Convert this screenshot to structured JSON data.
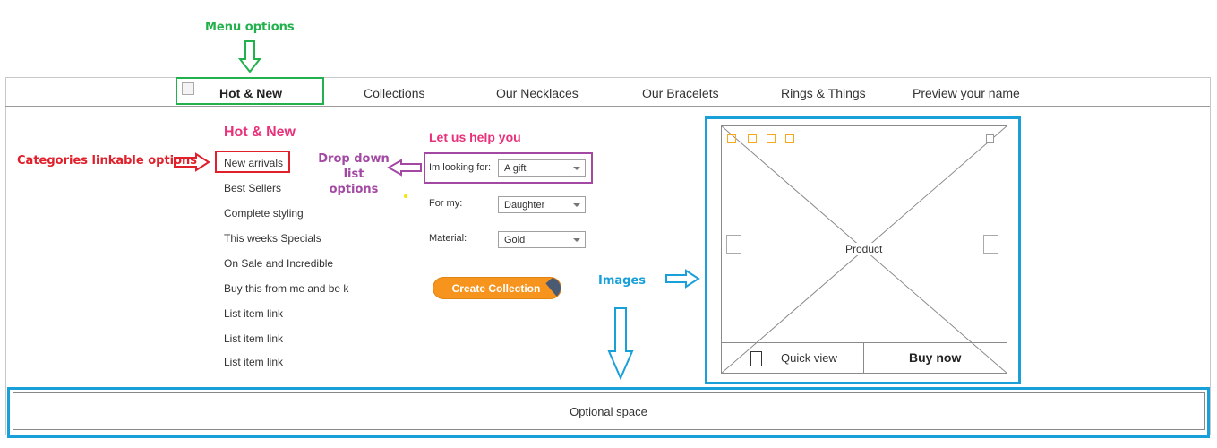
{
  "annotations": {
    "menu_options": "Menu options",
    "categories": "Categories linkable options",
    "dropdown_line1": "Drop down",
    "dropdown_line2": "list options",
    "images": "Images"
  },
  "menu": {
    "items": [
      {
        "label": "Hot & New"
      },
      {
        "label": "Collections"
      },
      {
        "label": "Our Necklaces"
      },
      {
        "label": "Our Bracelets"
      },
      {
        "label": "Rings & Things"
      },
      {
        "label": "Preview your name"
      }
    ]
  },
  "categories": {
    "title": "Hot & New",
    "items": [
      {
        "label": "New arrivals"
      },
      {
        "label": "Best Sellers"
      },
      {
        "label": "Complete styling"
      },
      {
        "label": "This weeks Specials"
      },
      {
        "label": "On Sale and Incredible"
      },
      {
        "label": "Buy this from me and be k"
      },
      {
        "label": "List item link"
      },
      {
        "label": "List item link"
      },
      {
        "label": "List item link"
      }
    ]
  },
  "help": {
    "title": "Let us help you",
    "fields": [
      {
        "label": "Im looking for:",
        "value": "A gift"
      },
      {
        "label": "For my:",
        "value": "Daughter"
      },
      {
        "label": "Material:",
        "value": "Gold"
      }
    ],
    "button": "Create Collection"
  },
  "product": {
    "label": "Product",
    "quick_view": "Quick view",
    "buy_now": "Buy now"
  },
  "optional_space": {
    "label": "Optional space"
  },
  "colors": {
    "annotation_green": "#22b14c",
    "annotation_red": "#e0202a",
    "annotation_purple": "#a349a4",
    "annotation_blue": "#1aa0d8",
    "heading_pink": "#e8317a",
    "button_orange": "#f7941d"
  }
}
